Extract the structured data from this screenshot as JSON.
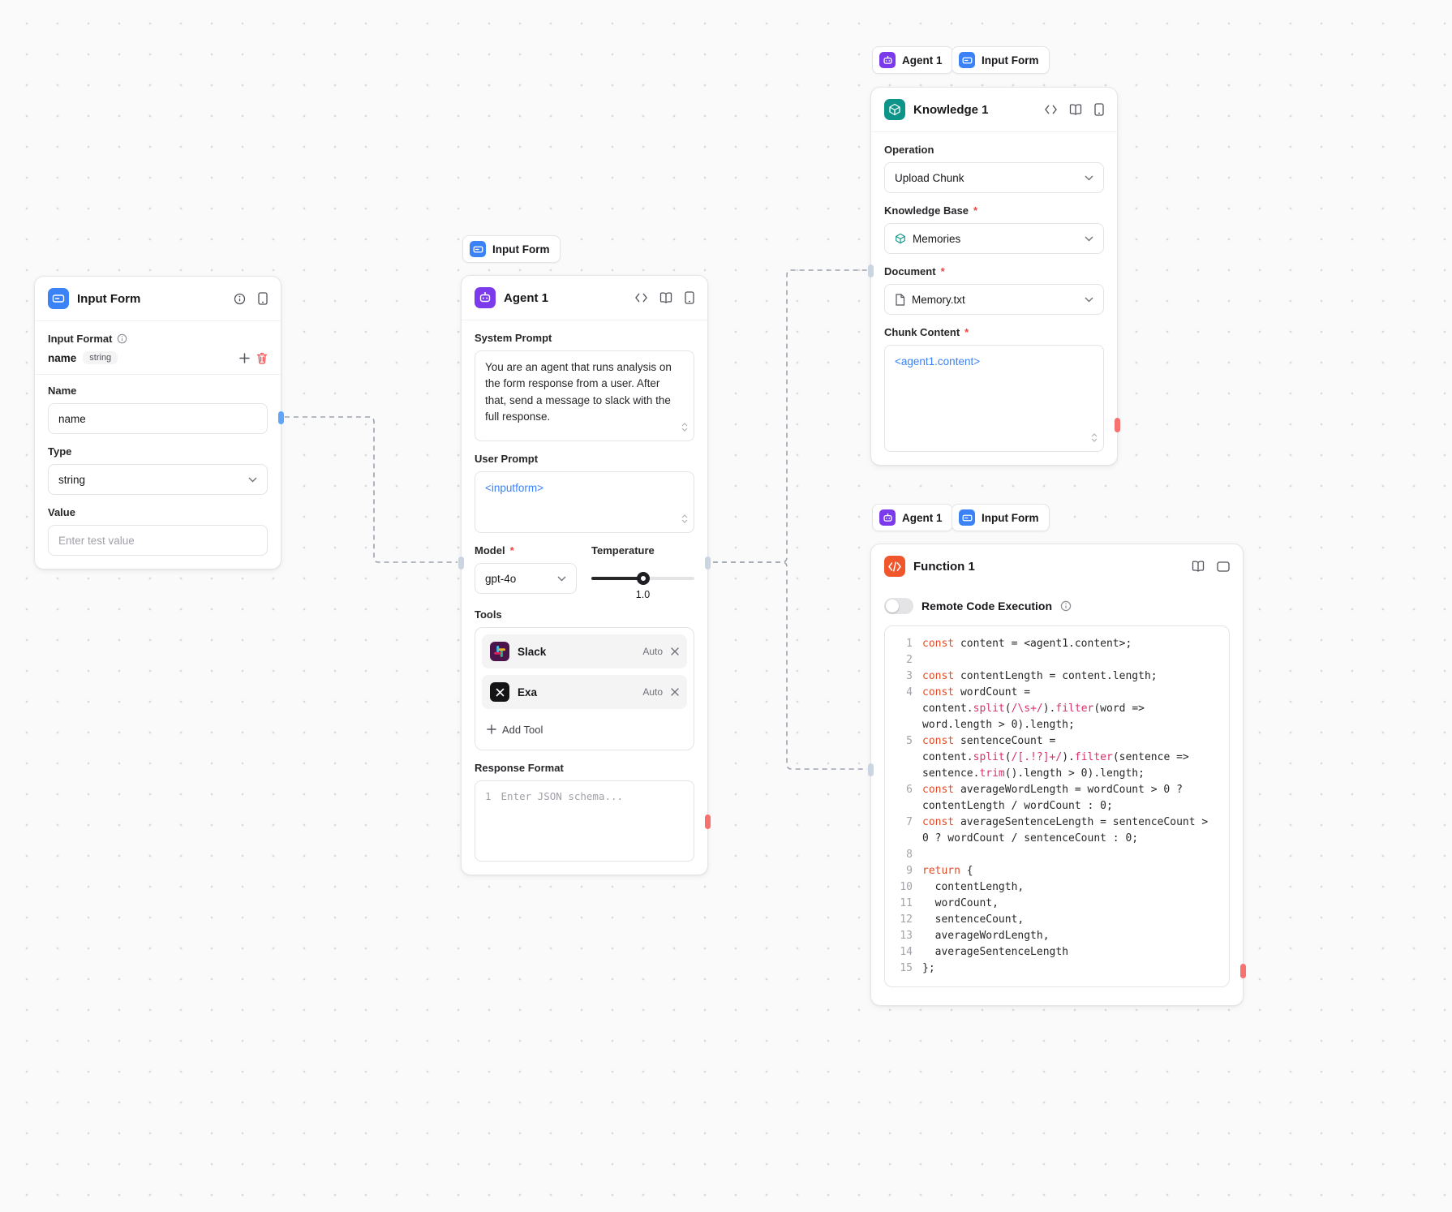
{
  "misc": {
    "required_mark": "*"
  },
  "colors": {
    "input_form_accent": "#3b82f6",
    "agent_accent": "#7c3aed",
    "knowledge_accent": "#0d9488",
    "function_accent": "#f0562b",
    "handle_red": "#f87171",
    "variable_blue": "#3b82f6"
  },
  "input_form_node": {
    "title": "Input Form",
    "input_format_label": "Input Format",
    "row": {
      "name": "name",
      "type_badge": "string"
    },
    "name_label": "Name",
    "name_value": "name",
    "type_label": "Type",
    "type_value": "string",
    "value_label": "Value",
    "value_placeholder": "Enter test value"
  },
  "agent_node": {
    "tag_label": "Input Form",
    "title": "Agent 1",
    "system_prompt_label": "System Prompt",
    "system_prompt_value": "You are an agent that runs analysis on the form response from a user. After that, send a message to slack with the full response.",
    "user_prompt_label": "User Prompt",
    "user_prompt_value": "<inputform>",
    "model_label": "Model",
    "model_value": "gpt-4o",
    "temperature_label": "Temperature",
    "temperature_value": "1.0",
    "tools_label": "Tools",
    "tools": [
      {
        "name": "Slack",
        "mode": "Auto"
      },
      {
        "name": "Exa",
        "mode": "Auto"
      }
    ],
    "add_tool_label": "Add Tool",
    "response_format_label": "Response Format",
    "response_format_gutter": "1",
    "response_format_placeholder": "Enter JSON schema..."
  },
  "knowledge_node": {
    "tags": [
      {
        "label": "Agent 1"
      },
      {
        "label": "Input Form"
      }
    ],
    "title": "Knowledge 1",
    "operation_label": "Operation",
    "operation_value": "Upload Chunk",
    "knowledge_base_label": "Knowledge Base",
    "knowledge_base_value": "Memories",
    "document_label": "Document",
    "document_value": "Memory.txt",
    "chunk_content_label": "Chunk Content",
    "chunk_content_value": "<agent1.content>"
  },
  "function_node": {
    "tags": [
      {
        "label": "Agent 1"
      },
      {
        "label": "Input Form"
      }
    ],
    "title": "Function 1",
    "toggle_label": "Remote Code Execution",
    "code_lines": [
      "const content = <agent1.content>;",
      "",
      "const contentLength = content.length;",
      "const wordCount = content.split(/\\s+/).filter(word => word.length > 0).length;",
      "const sentenceCount = content.split(/[.!?]+/).filter(sentence => sentence.trim().length > 0).length;",
      "const averageWordLength = wordCount > 0 ? contentLength / wordCount : 0;",
      "const averageSentenceLength = sentenceCount > 0 ? wordCount / sentenceCount : 0;",
      "",
      "return {",
      "  contentLength,",
      "  wordCount,",
      "  sentenceCount,",
      "  averageWordLength,",
      "  averageSentenceLength",
      "};"
    ]
  }
}
